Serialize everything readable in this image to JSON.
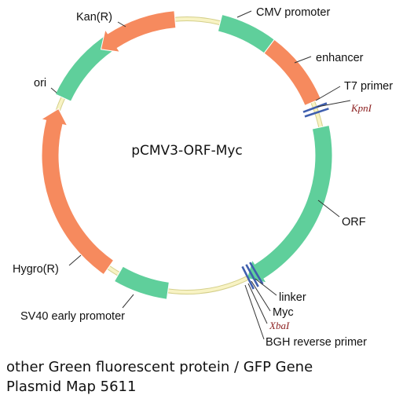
{
  "plasmid": {
    "name": "pCMV3-ORF-Myc",
    "caption_line1": "other Green fluorescent protein / GFP Gene",
    "caption_line2": "Plasmid Map 5611"
  },
  "colors": {
    "backbone": "#f4eeb0",
    "green_feature": "#5fcf9b",
    "orange_feature": "#f68a5e",
    "site_marker": "#3f5fae",
    "enzyme_text": "#8b1e1e"
  },
  "features": [
    {
      "id": "cmv-promoter",
      "label": "CMV promoter",
      "type": "green"
    },
    {
      "id": "enhancer",
      "label": "enhancer",
      "type": "orange"
    },
    {
      "id": "orf",
      "label": "ORF",
      "type": "green",
      "direction": "clockwise"
    },
    {
      "id": "sv40-early-promoter",
      "label": "SV40 early promoter",
      "type": "green"
    },
    {
      "id": "hygro-r",
      "label": "Hygro(R)",
      "type": "orange",
      "direction": "clockwise"
    },
    {
      "id": "ori",
      "label": "ori",
      "type": "green"
    },
    {
      "id": "kan-r",
      "label": "Kan(R)",
      "type": "orange",
      "direction": "counterclockwise"
    }
  ],
  "sites": [
    {
      "id": "t7-primer",
      "label": "T7 primer"
    },
    {
      "id": "kpni",
      "label": "KpnI"
    },
    {
      "id": "linker",
      "label": "linker"
    },
    {
      "id": "myc",
      "label": "Myc"
    },
    {
      "id": "xbai",
      "label": "XbaI"
    },
    {
      "id": "bgh-reverse-primer",
      "label": "BGH reverse primer"
    }
  ]
}
